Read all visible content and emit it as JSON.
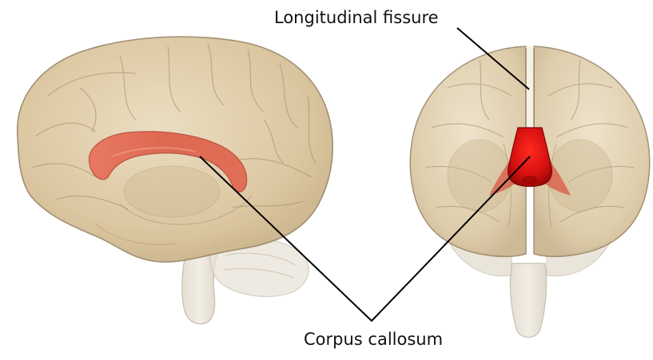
{
  "labels": {
    "longitudinal_fissure": "Longitudinal fissure",
    "corpus_callosum": "Corpus callosum"
  },
  "views": [
    {
      "name": "lateral (sagittal) view of brain"
    },
    {
      "name": "anterior (coronal) view of brain"
    }
  ],
  "colors": {
    "brain_fill": "#d9c39a",
    "brain_outline": "#9a8666",
    "brainstem": "#e7e1d6",
    "highlight": "#d41111",
    "leader_line": "#000000",
    "background": "#ffffff"
  }
}
